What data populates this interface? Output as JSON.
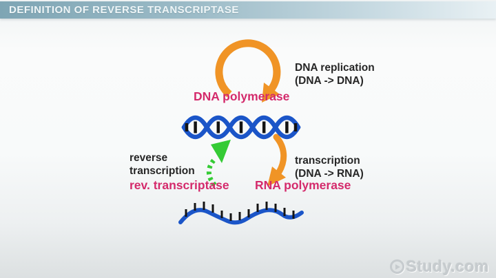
{
  "header": {
    "title": "DEFINITION OF REVERSE TRANSCRIPTASE"
  },
  "diagram": {
    "replication": {
      "enzyme": "DNA polymerase",
      "process_line1": "DNA replication",
      "process_line2": "(DNA -> DNA)",
      "arrow_icon": "circular-cycle-arrow"
    },
    "transcription": {
      "enzyme": "RNA polymerase",
      "process_line1": "transcription",
      "process_line2": "(DNA -> RNA)",
      "arrow_icon": "curved-down-arrow"
    },
    "reverse_transcription": {
      "enzyme": "rev. transcriptase",
      "process_line1": "reverse",
      "process_line2": "transcription",
      "arrow_icon": "dashed-up-arrow"
    },
    "molecules": {
      "dna_icon": "dna-double-helix",
      "rna_icon": "rna-strand-wave"
    },
    "colors": {
      "arrow_orange": "#f09426",
      "enzyme_magenta": "#d42a6b",
      "arrow_green": "#35cb35",
      "nucleic_blue": "#1b55c8",
      "label_dark": "#262626",
      "titlebar_blue": "#7ea5b4"
    }
  },
  "watermark": {
    "brand": "Study.com"
  }
}
